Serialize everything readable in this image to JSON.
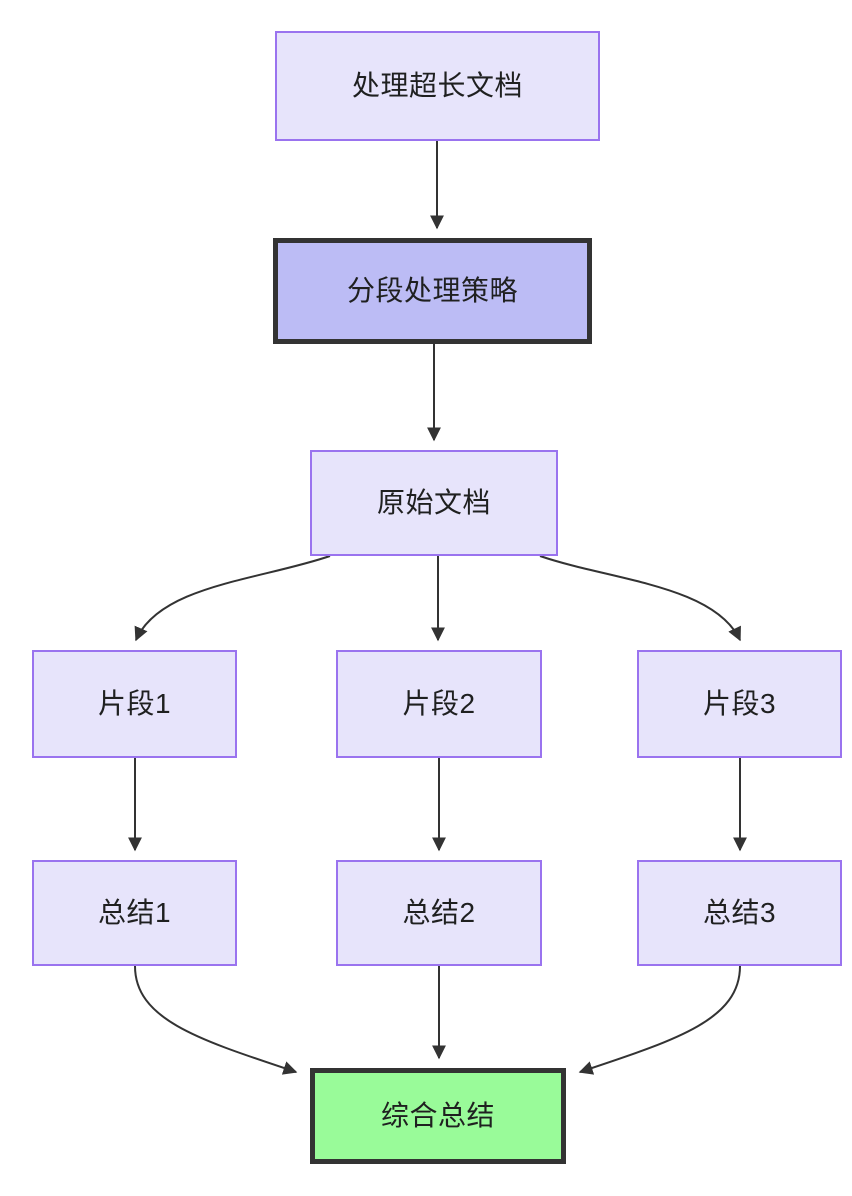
{
  "diagram": {
    "type": "flowchart",
    "direction": "top-down",
    "background_color": "#ffffff",
    "palette": {
      "node_fill": "#e7e4fb",
      "node_border": "#9a73ef",
      "highlight_fill": "#bcbcf5",
      "highlight_border": "#333333",
      "result_fill": "#99fb99",
      "result_border": "#333333",
      "edge_color": "#333333",
      "text_color": "#1f2020"
    },
    "nodes": [
      {
        "id": "long-doc",
        "label": "处理超长文档",
        "style": "normal"
      },
      {
        "id": "chunk-strategy",
        "label": "分段处理策略",
        "style": "highlight"
      },
      {
        "id": "source-doc",
        "label": "原始文档",
        "style": "normal"
      },
      {
        "id": "fragment-1",
        "label": "片段1",
        "style": "normal"
      },
      {
        "id": "fragment-2",
        "label": "片段2",
        "style": "normal"
      },
      {
        "id": "fragment-3",
        "label": "片段3",
        "style": "normal"
      },
      {
        "id": "summary-1",
        "label": "总结1",
        "style": "normal"
      },
      {
        "id": "summary-2",
        "label": "总结2",
        "style": "normal"
      },
      {
        "id": "summary-3",
        "label": "总结3",
        "style": "normal"
      },
      {
        "id": "final-summary",
        "label": "综合总结",
        "style": "result"
      }
    ],
    "edges": [
      {
        "from": "long-doc",
        "to": "chunk-strategy",
        "shape": "straight"
      },
      {
        "from": "chunk-strategy",
        "to": "source-doc",
        "shape": "straight"
      },
      {
        "from": "source-doc",
        "to": "fragment-1",
        "shape": "curve"
      },
      {
        "from": "source-doc",
        "to": "fragment-2",
        "shape": "straight"
      },
      {
        "from": "source-doc",
        "to": "fragment-3",
        "shape": "curve"
      },
      {
        "from": "fragment-1",
        "to": "summary-1",
        "shape": "straight"
      },
      {
        "from": "fragment-2",
        "to": "summary-2",
        "shape": "straight"
      },
      {
        "from": "fragment-3",
        "to": "summary-3",
        "shape": "straight"
      },
      {
        "from": "summary-1",
        "to": "final-summary",
        "shape": "curve"
      },
      {
        "from": "summary-2",
        "to": "final-summary",
        "shape": "straight"
      },
      {
        "from": "summary-3",
        "to": "final-summary",
        "shape": "curve"
      }
    ]
  }
}
